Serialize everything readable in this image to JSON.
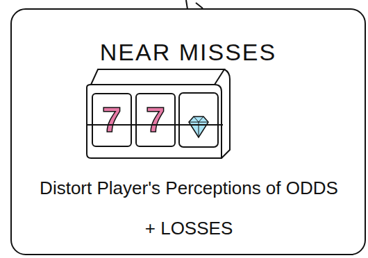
{
  "diagram": {
    "title": "NEAR MISSES",
    "nodes": [
      {
        "text": [
          "NEAR MISSES",
          "Distort Player's Perceptions of ODDS + LOSSES"
        ]
      },
      {
        "text": [
          "7"
        ],
        "in": 0
      },
      {
        "text": [
          "7"
        ],
        "in": 0
      }
    ]
  }
}
